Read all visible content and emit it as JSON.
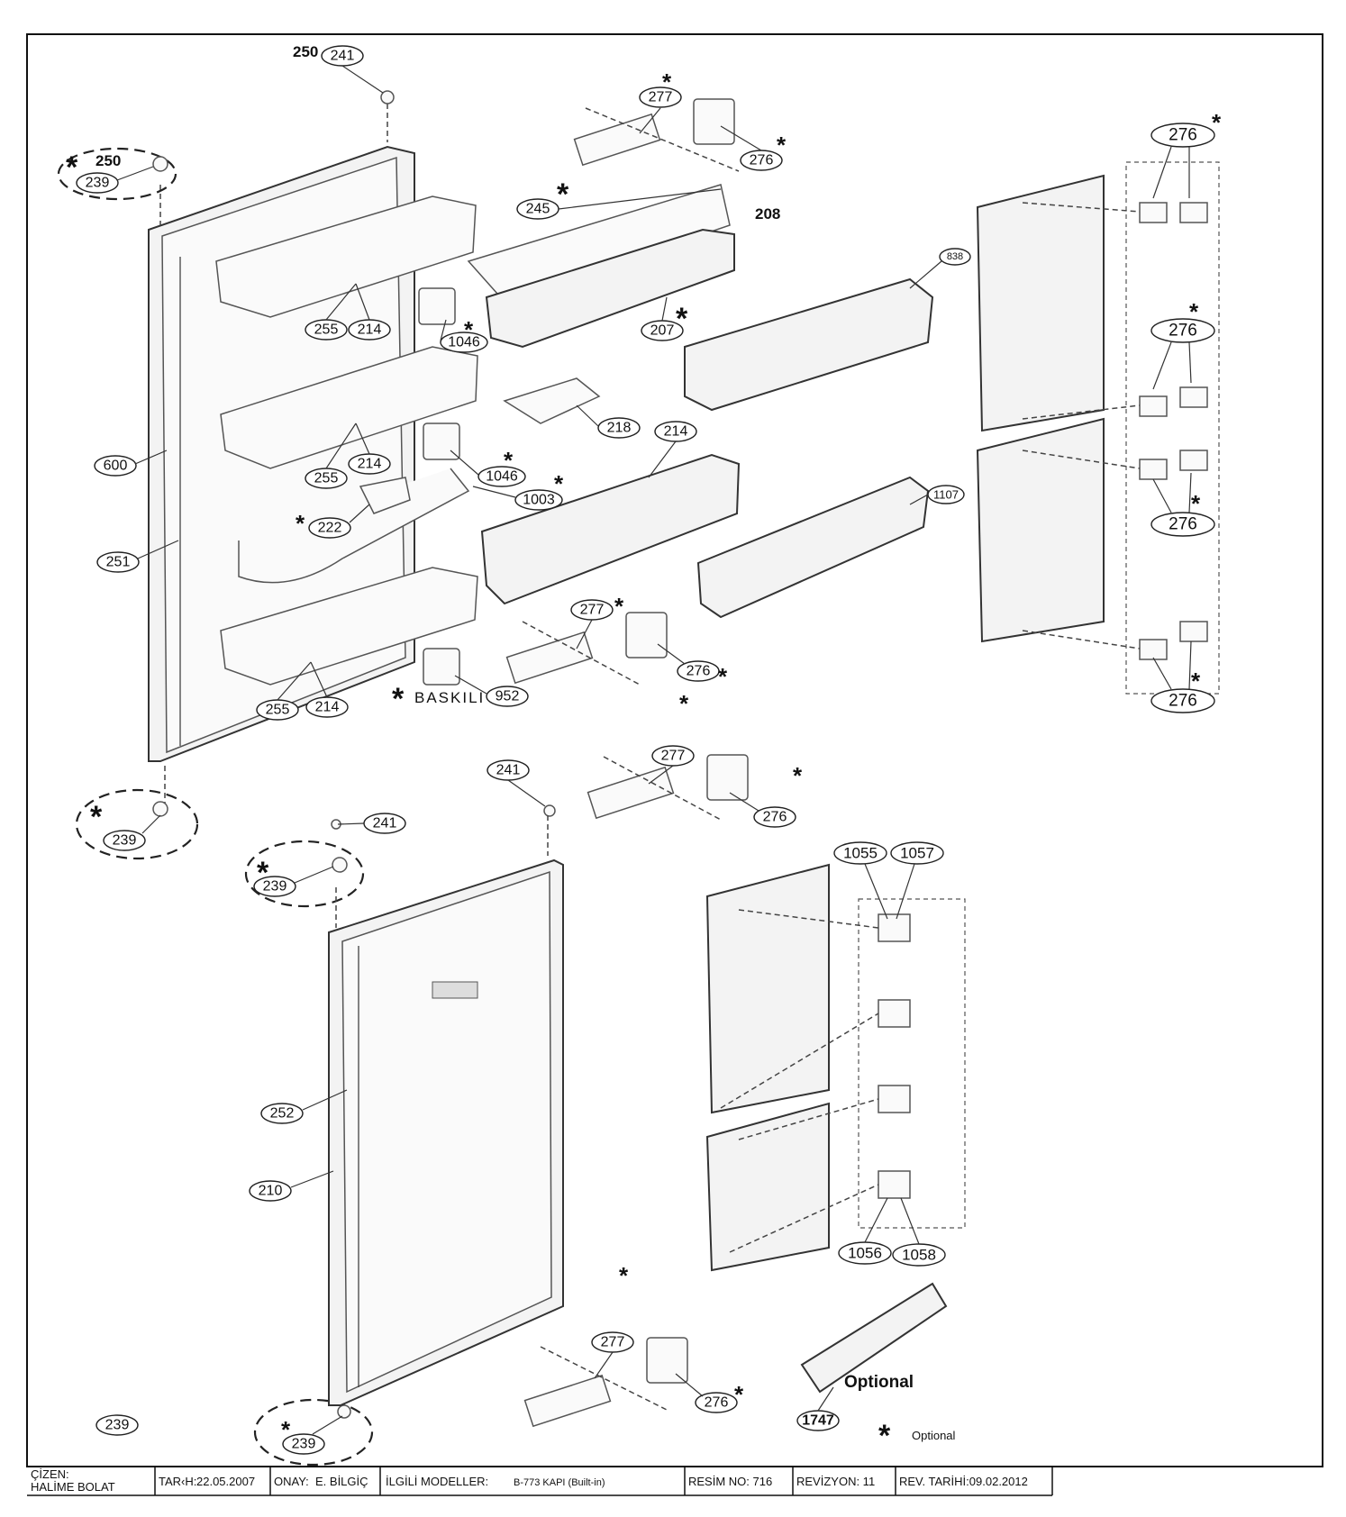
{
  "diagram": {
    "callouts": [
      "241",
      "239",
      "239",
      "600",
      "251",
      "255",
      "214",
      "1046",
      "255",
      "214",
      "1046",
      "222",
      "1003",
      "255",
      "214",
      "952",
      "277",
      "276",
      "245",
      "207",
      "218",
      "214",
      "838",
      "1107",
      "277",
      "276",
      "276",
      "276",
      "276",
      "276",
      "241",
      "239",
      "241",
      "239",
      "277",
      "276",
      "1055",
      "1057",
      "1056",
      "1058",
      "252",
      "210",
      "239",
      "277",
      "276",
      "1747"
    ],
    "plain_labels": [
      "250",
      "250",
      "208",
      "BASKILI",
      "Optional",
      "Optional"
    ],
    "optional_marker": "*"
  },
  "title_block": {
    "drawn_label": "ÇİZEN:",
    "drawn_by": "HALİME BOLAT",
    "date_label": "TAR‹H:",
    "date": "22.05.2007",
    "approval_label": "ONAY:",
    "approved_by": "E. BİLGİÇ",
    "models_label": "İLGİLİ MODELLER:",
    "models": "B-773 KAPI (Built-in)",
    "drawing_no": "RESİM NO: 716",
    "revision": "REVİZYON: 11",
    "revision_date": "REV. TARİHİ:09.02.2012"
  }
}
